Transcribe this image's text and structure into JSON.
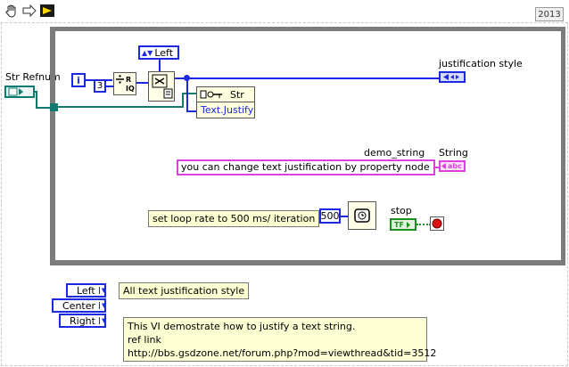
{
  "toolbar": {
    "icons": [
      "hand-icon",
      "arrow-right-icon",
      "run-icon"
    ],
    "version": "2013"
  },
  "refnum": {
    "label": "Str Refnum"
  },
  "loop": {
    "iteration_terminal": "i"
  },
  "constants": {
    "three": "3",
    "left_enum": "Left",
    "loop_rate": "500"
  },
  "property_node": {
    "ref_name": "Str",
    "property": "Text.Justify"
  },
  "indicator": {
    "label": "justification style"
  },
  "string_control": {
    "label": "demo_string",
    "value": "you can change text  justification by property node"
  },
  "string_indicator": {
    "label": "String",
    "type_text": "abc"
  },
  "loop_note": "set loop rate to 500 ms/ iteration",
  "stop": {
    "label": "stop",
    "type_text": "TF"
  },
  "enum_values": [
    "Left",
    "Center",
    "Right"
  ],
  "enum_note": "All text justification style",
  "description": {
    "line1": "This VI demostrate how to justify a text string.",
    "line2": "ref link",
    "line3": "http://bbs.gsdzone.net/forum.php?mod=viewthread&tid=3512"
  },
  "colors": {
    "enum_blue": "#1b2ae0",
    "string_pink": "#e13ee1",
    "refnum_teal": "#0f7a6f",
    "bool_green": "#1f8f1f",
    "loop_gray": "#7c7c7c",
    "note_yellow": "#ffffd4"
  }
}
